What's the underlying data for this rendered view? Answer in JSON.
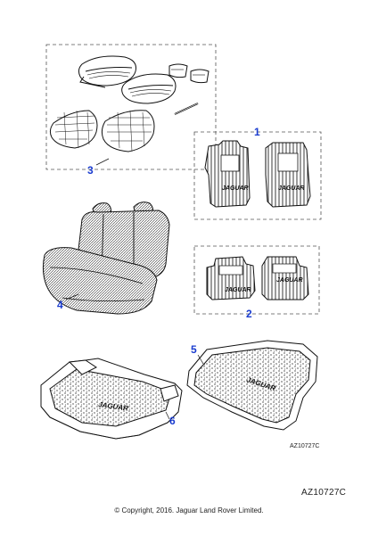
{
  "callouts": {
    "c1": "1",
    "c2": "2",
    "c3": "3",
    "c4": "4",
    "c5": "5",
    "c6": "6"
  },
  "illustration_ref": "AZ10727C",
  "diagram_ref": "AZ10727C",
  "copyright": "© Copyright, 2016. Jaguar Land Rover Limited.",
  "colors": {
    "callout": "#1a3ccf",
    "line": "#111111",
    "dashed_box": "#555555"
  }
}
